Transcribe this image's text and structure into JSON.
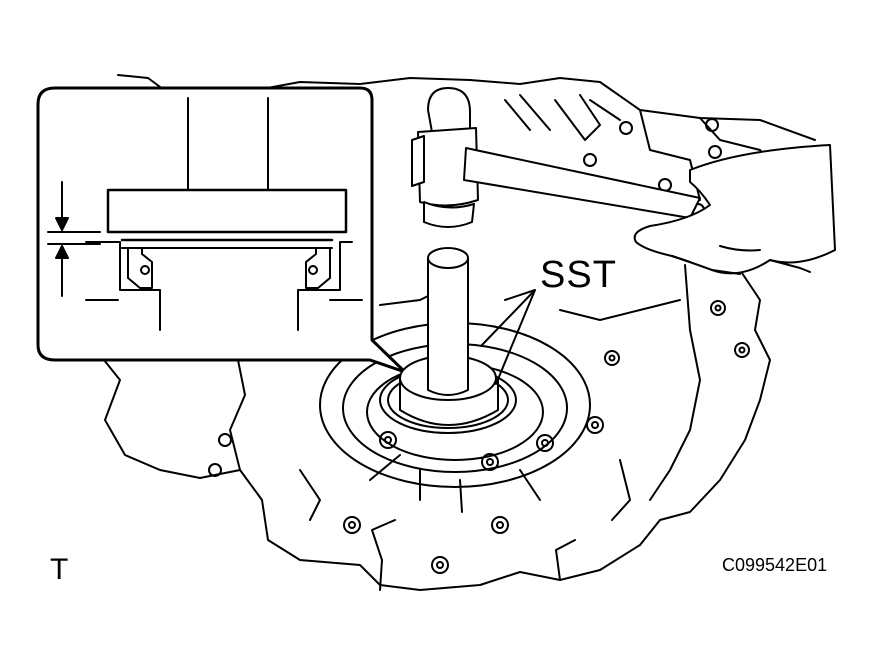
{
  "labels": {
    "tool": "SST",
    "view_code": "T",
    "figure_id": "C099542E01"
  },
  "icons": [
    "hammer-icon",
    "hand-icon",
    "seal-installer-tool-icon",
    "transaxle-case-icon",
    "dimension-arrow-icon"
  ],
  "colors": {
    "line": "#000000",
    "background": "#ffffff"
  }
}
